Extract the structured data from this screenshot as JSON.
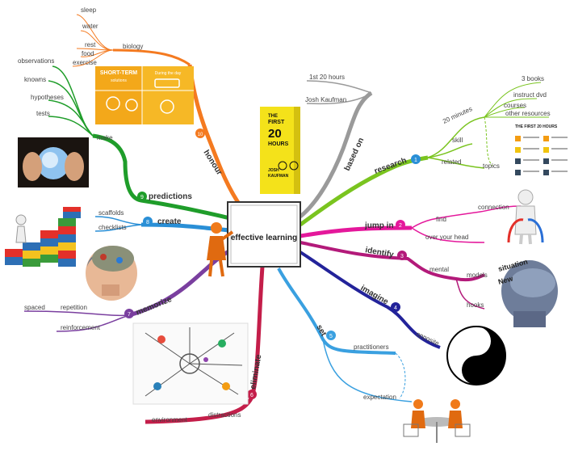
{
  "center": {
    "title": "effective learning"
  },
  "branches": {
    "honour": {
      "label": "honour",
      "num": "10",
      "color": "#f47a20"
    },
    "biology": {
      "label": "biology",
      "items": [
        "sleep",
        "water",
        "rest",
        "food",
        "exercise"
      ]
    },
    "predictions": {
      "label": "predictions",
      "num": "9",
      "color": "#1f9d2a"
    },
    "make": {
      "label": "make",
      "items": [
        "observations",
        "knowns",
        "hypotheses",
        "tests"
      ]
    },
    "create": {
      "label": "create",
      "num": "8",
      "color": "#2a8fd6",
      "items": [
        "scaffolds",
        "checklists"
      ]
    },
    "memorize": {
      "label": "memorize",
      "num": "7",
      "color": "#7a3f9f",
      "items": [
        "repetition",
        "reinforcement"
      ],
      "sub": "spaced"
    },
    "eliminate": {
      "label": "eliminate",
      "num": "6",
      "color": "#c41e4a",
      "items": [
        "distractions"
      ],
      "sub": "environment"
    },
    "set": {
      "label": "set",
      "num": "5",
      "color": "#3aa0e0",
      "items": [
        "practitioners",
        "expectation"
      ]
    },
    "imagine": {
      "label": "imagine",
      "num": "4",
      "color": "#23239a",
      "items": [
        "opposite"
      ]
    },
    "identify": {
      "label": "identify",
      "num": "3",
      "color": "#b31a7a",
      "items": [
        "mental"
      ],
      "subs": [
        "models",
        "hooks"
      ]
    },
    "jump_in": {
      "label": "jump in",
      "num": "2",
      "color": "#e4189b",
      "items": [
        "find",
        "over your head"
      ],
      "sub": "connection"
    },
    "research": {
      "label": "research",
      "num": "1",
      "color": "#7ac41f",
      "items": [
        "20 minutes",
        "skill",
        "related"
      ],
      "subs": [
        "3 books",
        "instruct dvd",
        "courses",
        "other resources"
      ],
      "topics": "topics"
    },
    "based_on": {
      "label": "based on",
      "color": "#9a9a9a",
      "items": [
        "1st 20 hours",
        "Josh Kaufman"
      ]
    }
  },
  "images": {
    "short_term": {
      "title": "SHORT-TERM",
      "sub": "solutions",
      "title2": "During the day"
    },
    "book": {
      "line1": "THE",
      "line2": "FIRST",
      "line3": "20",
      "line4": "HOURS",
      "author1": "JOSH",
      "author2": "KAUFMAN"
    },
    "infographic": {
      "title": "THE FIRST 20 HOURS"
    },
    "head": {
      "w1": "situation",
      "w2": "New"
    }
  }
}
